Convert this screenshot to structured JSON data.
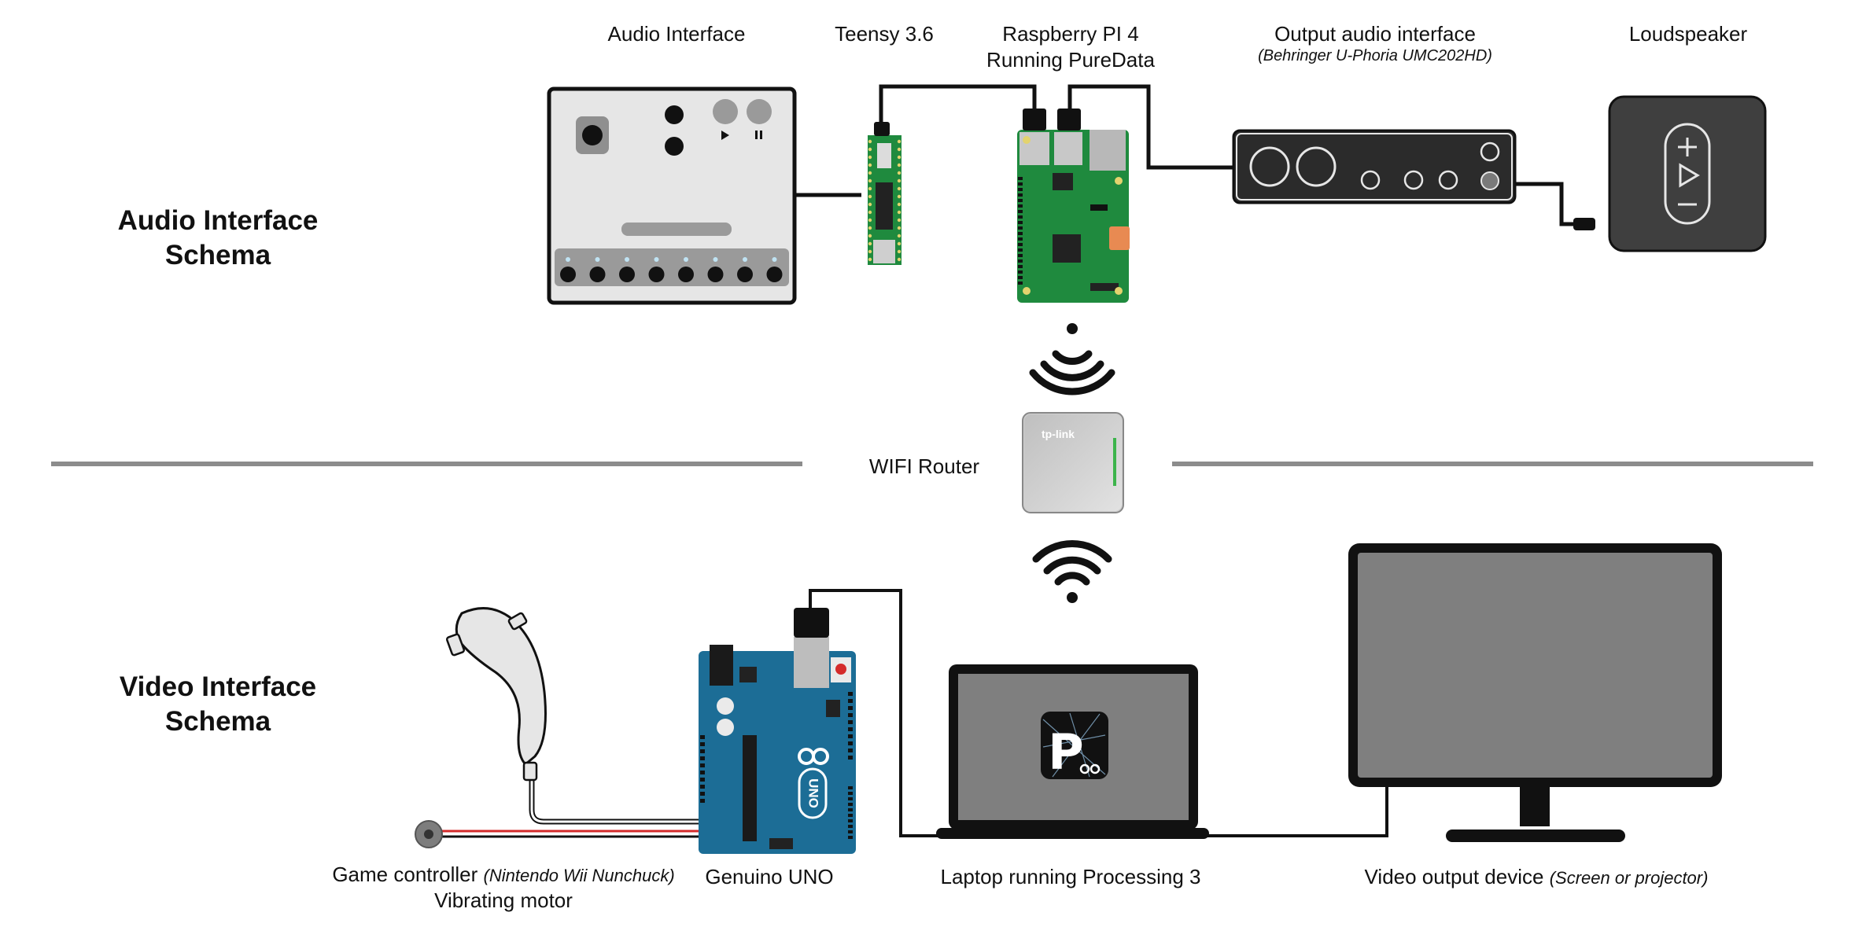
{
  "sections": {
    "audio": [
      "Audio Interface",
      "Schema"
    ],
    "video": [
      "Video Interface",
      "Schema"
    ]
  },
  "audio": {
    "audio_interface": "Audio Interface",
    "teensy": "Teensy 3.6",
    "rpi_line1": "Raspberry PI 4",
    "rpi_line2": "Running PureData",
    "output_interface": "Output audio interface",
    "output_interface_model": "(Behringer U-Phoria UMC202HD)",
    "loudspeaker": "Loudspeaker"
  },
  "router": {
    "label": "WIFI Router",
    "brand": "tp-link"
  },
  "video": {
    "controller": "Game controller",
    "controller_model": "(Nintendo Wii Nunchuck)",
    "motor": "Vibrating motor",
    "uno": "Genuino UNO",
    "uno_board_text": "UNO",
    "laptop": "Laptop running Processing 3",
    "laptop_app_letter": "P",
    "output_device": "Video output device",
    "output_device_note": "(Screen or projector)"
  },
  "colors": {
    "divider": "#8c8c8c",
    "pcb_green": "#1f8a3e",
    "arduino_blue": "#1c6d96",
    "device_dark": "#2b2b2b",
    "screen_gray": "#7f7f7f",
    "panel_light": "#e6e6e6"
  },
  "icons": [
    "wifi-signal-icon",
    "wifi-icon",
    "play-icon",
    "pause-icon",
    "plus-icon",
    "minus-icon"
  ]
}
